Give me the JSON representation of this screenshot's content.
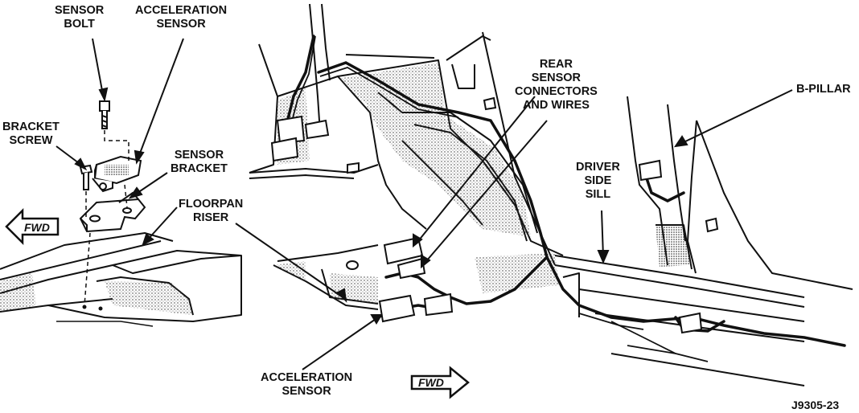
{
  "labels": {
    "sensor_bolt": [
      "SENSOR",
      "BOLT"
    ],
    "acceleration_sensor_top": [
      "ACCELERATION",
      "SENSOR"
    ],
    "bracket_screw": [
      "BRACKET",
      "SCREW"
    ],
    "sensor_bracket": [
      "SENSOR",
      "BRACKET"
    ],
    "floorpan_riser": [
      "FLOORPAN",
      "RISER"
    ],
    "rear_sensor_connectors": [
      "REAR",
      "SENSOR",
      "CONNECTORS",
      "AND WIRES"
    ],
    "b_pillar": [
      "B-PILLAR"
    ],
    "driver_side_sill": [
      "DRIVER",
      "SIDE",
      "SILL"
    ],
    "acceleration_sensor_bottom": [
      "ACCELERATION",
      "SENSOR"
    ]
  },
  "forward_arrows": {
    "left": "FWD",
    "bottom": "FWD"
  },
  "figure_number": "J9305-23"
}
